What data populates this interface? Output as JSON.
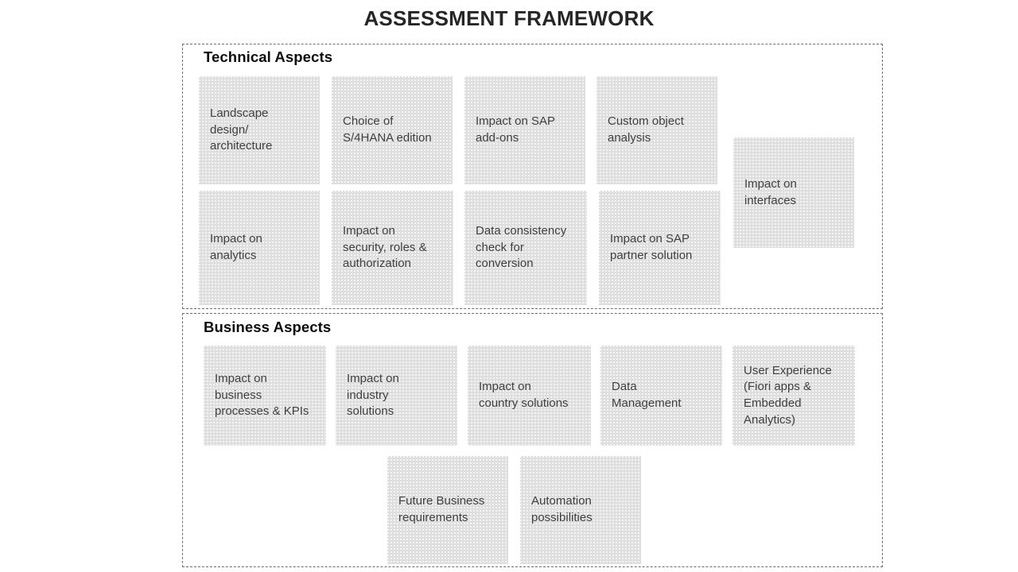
{
  "slide": {
    "title": "ASSESSMENT FRAMEWORK"
  },
  "sections": {
    "technical": {
      "title": "Technical Aspects",
      "cards": [
        {
          "label": "Landscape\ndesign/\narchitecture"
        },
        {
          "label": "Choice of\nS/4HANA edition"
        },
        {
          "label": "Impact on SAP\nadd-ons"
        },
        {
          "label": "Custom object\nanalysis"
        },
        {
          "label": "Impact on\ninterfaces"
        },
        {
          "label": "Impact on\nanalytics"
        },
        {
          "label": "Impact on\nsecurity, roles &\nauthorization"
        },
        {
          "label": "Data consistency\ncheck for\nconversion"
        },
        {
          "label": "Impact on SAP\npartner solution"
        }
      ]
    },
    "business": {
      "title": "Business Aspects",
      "cards": [
        {
          "label": "Impact on\nbusiness\nprocesses & KPIs"
        },
        {
          "label": "Impact on\nindustry\nsolutions"
        },
        {
          "label": "Impact on\ncountry solutions"
        },
        {
          "label": "Data\nManagement"
        },
        {
          "label": "User Experience\n(Fiori apps &\nEmbedded\nAnalytics)"
        },
        {
          "label": "Future Business\nrequirements"
        },
        {
          "label": "Automation\npossibilities"
        }
      ]
    }
  },
  "colors": {
    "card_fill": "#dedede",
    "card_text": "#3f3f3f",
    "title_text": "#262626",
    "group_border": "#6f6f6f",
    "background": "#ffffff"
  }
}
